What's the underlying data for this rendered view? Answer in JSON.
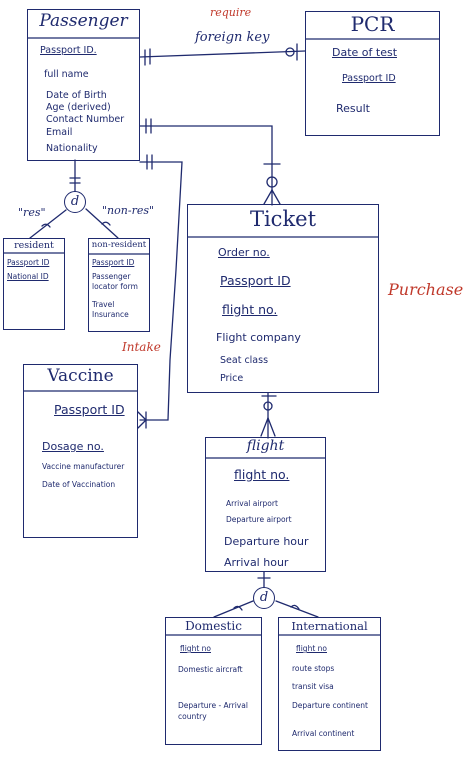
{
  "entities": {
    "passenger": {
      "title": "Passenger",
      "attrs": [
        "Passport ID.",
        "full name",
        "Date of Birth",
        "Age (derived)",
        "Contact Number",
        "Email",
        "Nationality"
      ]
    },
    "pcr": {
      "title": "PCR",
      "attrs": [
        "Date of test",
        "Passport ID",
        "Result"
      ]
    },
    "resident": {
      "title": "resident",
      "attrs": [
        "Passport ID",
        "National ID"
      ]
    },
    "nonresident": {
      "title": "non-resident",
      "attrs": [
        "Passport ID",
        "Passenger locator form",
        "Travel Insurance"
      ]
    },
    "ticket": {
      "title": "Ticket",
      "attrs": [
        "Order no.",
        "Passport ID",
        "flight no.",
        "Flight company",
        "Seat class",
        "Price"
      ]
    },
    "vaccine": {
      "title": "Vaccine",
      "attrs": [
        "Passport ID",
        "Dosage no.",
        "Vaccine manufacturer",
        "Date of Vaccination"
      ]
    },
    "flight": {
      "title": "flight",
      "attrs": [
        "flight no.",
        "Arrival airport",
        "Departure airport",
        "Departure hour",
        "Arrival hour"
      ]
    },
    "domestic": {
      "title": "Domestic",
      "attrs": [
        "flight no",
        "Domestic aircraft",
        "Departure - Arrival country"
      ]
    },
    "international": {
      "title": "International",
      "attrs": [
        "flight no",
        "route stops",
        "transit visa",
        "Departure continent",
        "Arrival continent"
      ]
    }
  },
  "notes": {
    "require": "require",
    "foreign_key": "foreign key",
    "res": "\"res\"",
    "non_res": "\"non-res\"",
    "intake": "Intake",
    "purchase": "Purchase"
  },
  "disjoint": {
    "passenger_d": "d",
    "flight_d": "d"
  },
  "colors": {
    "ink": "#1f2a6e",
    "annotation": "#c0392b"
  }
}
